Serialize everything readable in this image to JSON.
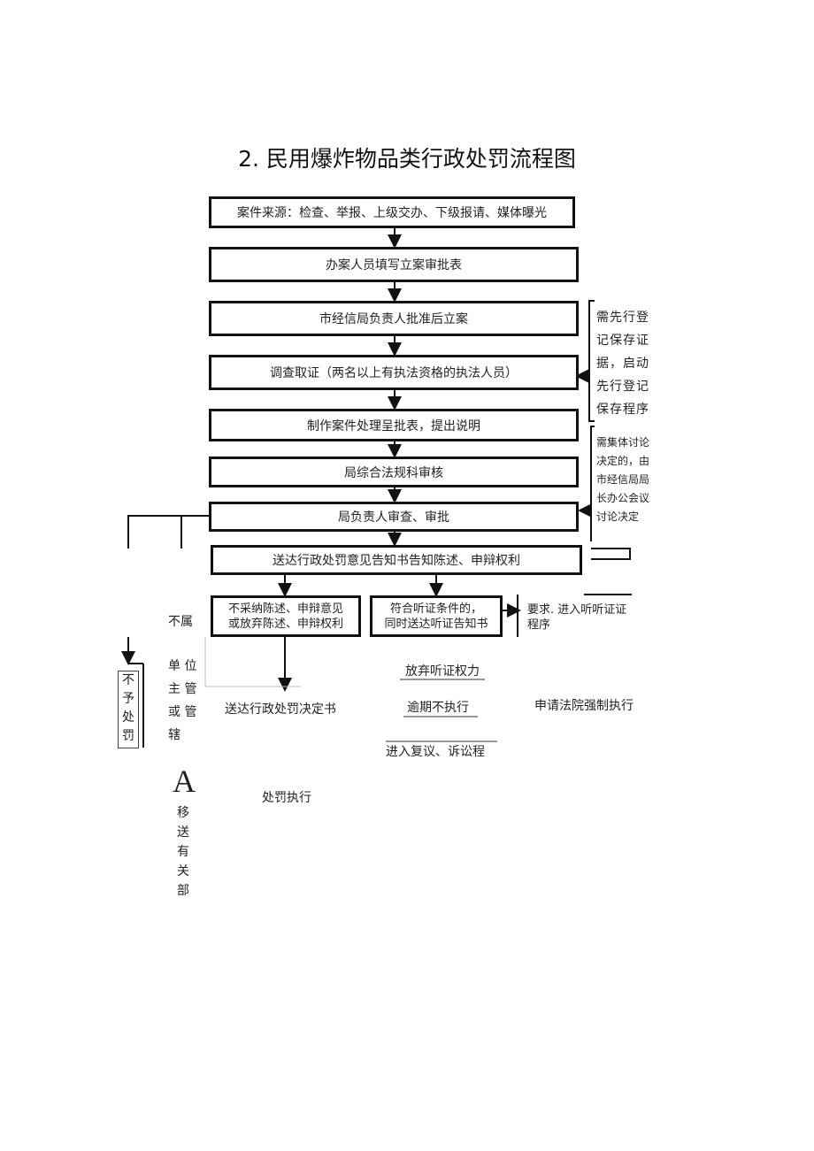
{
  "title": "2. 民用爆炸物品类行政处罚流程图",
  "flow": {
    "step1": "案件来源：检查、举报、上级交办、下级报请、媒体曝光",
    "step2": "办案人员填写立案审批表",
    "step3": "市经信局负责人批准后立案",
    "step4": "调查取证（两名以上有执法资格的执法人员）",
    "step5": "制作案件处理呈批表，提出说明",
    "step6": "局综合法规科审核",
    "step7": "局负责人审查、审批",
    "step8": "送达行政处罚意见告知书告知陈述、申辩权利",
    "branch_left_l1": "不采纳陈述、申辩意见",
    "branch_left_l2": "或放弃陈述、申辩权利",
    "branch_mid_l1": "符合听证条件的，",
    "branch_mid_l2": "同时送达听证告知书",
    "branch_right_l1": "要求. 进入听听证证",
    "branch_right_l2": "程序"
  },
  "notes": {
    "evidence_l1": "需先行登",
    "evidence_l2": "记保存证",
    "evidence_l3": "据，启动",
    "evidence_l4": "先行登记",
    "evidence_l5": "保存程序",
    "collective_l1": "需集体讨论",
    "collective_l2": "决定的，由",
    "collective_l3": "市经信局局",
    "collective_l4": "长办公会议",
    "collective_l5": "讨论决定"
  },
  "outcomes": {
    "decision": "送达行政处罚决定书",
    "waive_hearing": "放弃听证权力",
    "overdue": "逾期不执行",
    "court": "申请法院强制执行",
    "review": "进入复议、诉讼程",
    "execute": "处罚执行"
  },
  "side": {
    "not_belong": "不属",
    "unit_l1": "单 位",
    "unit_l2": "主 管",
    "unit_l3": "或 管",
    "unit_l4": "辖",
    "no_penalty": [
      "不",
      "予",
      "处",
      "罚"
    ],
    "glyph": "A",
    "transfer": [
      "移",
      "送",
      "有",
      "关",
      "部"
    ]
  }
}
